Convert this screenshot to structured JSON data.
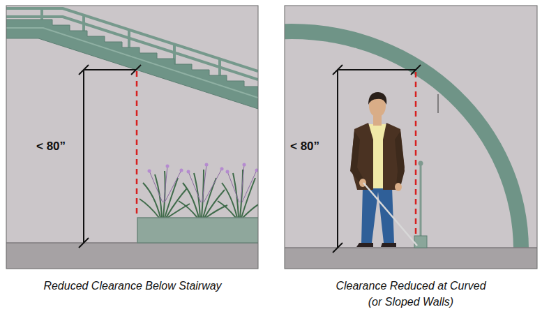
{
  "diagram": {
    "labels": [
      "< 80”",
      "Reduced Clearance Below Stairway",
      "< 80”",
      "Clearance Reduced at Curved (or Sloped Walls)"
    ]
  }
}
